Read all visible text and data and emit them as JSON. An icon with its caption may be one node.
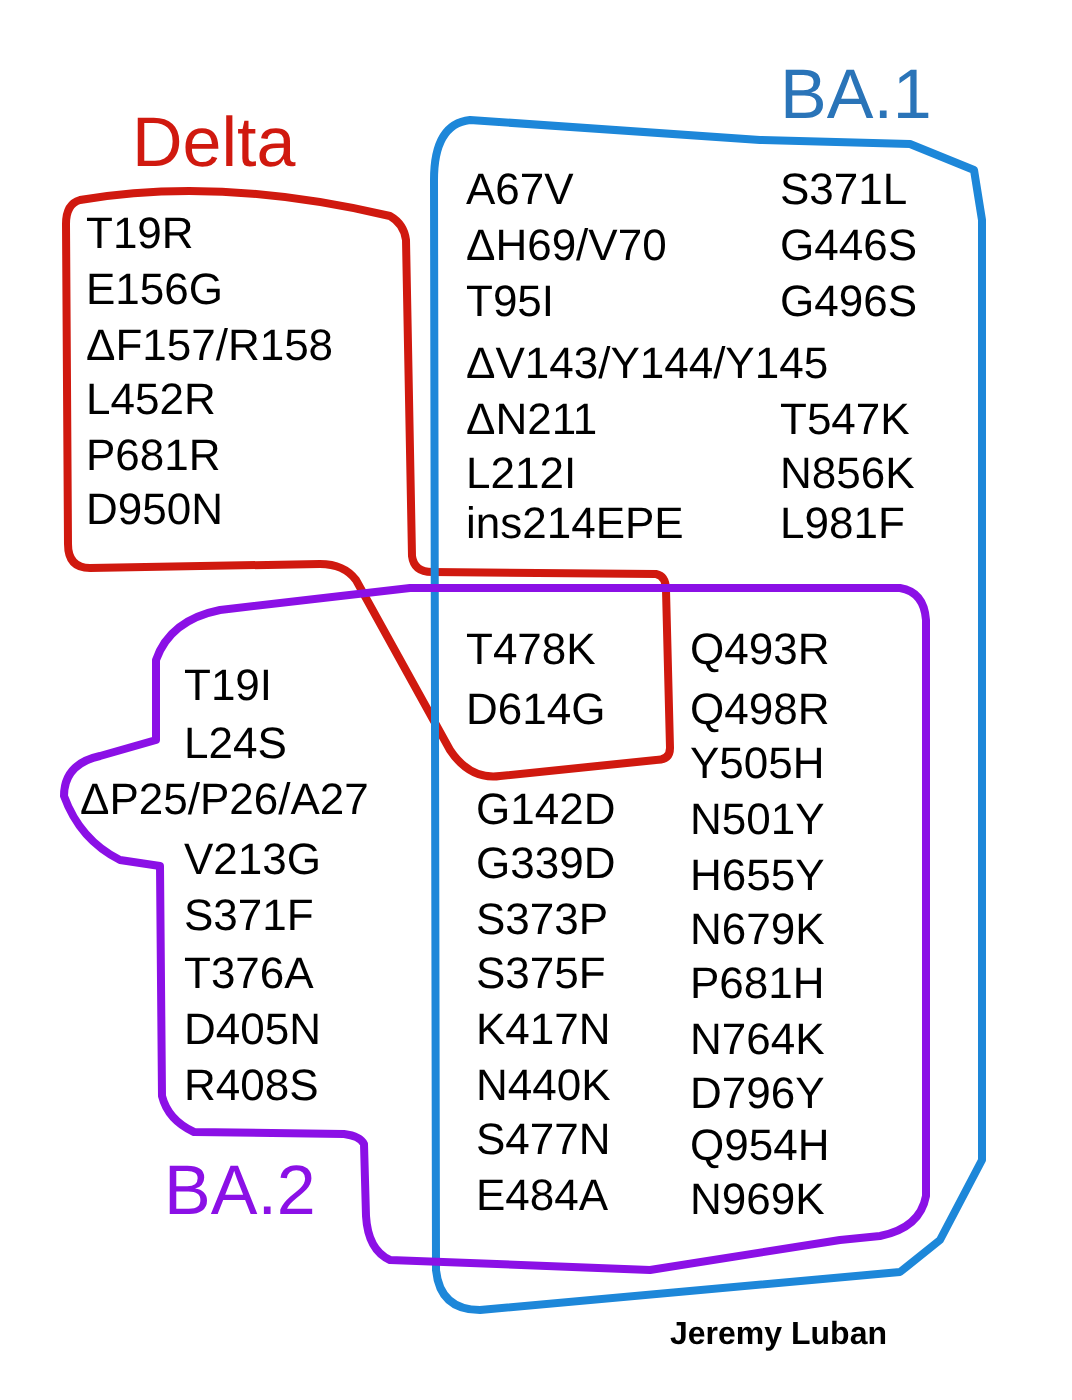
{
  "diagram": {
    "nodes": [
      {
        "text": [
          "Delta"
        ]
      },
      {
        "text": [
          "BA.1"
        ]
      },
      {
        "text": [
          "BA.2"
        ]
      }
    ],
    "labels": [
      "T19R",
      "E156G",
      "ΔF157/R158",
      "L452R",
      "P681R",
      "D950N",
      "A67V",
      "S371L",
      "ΔH69/V70",
      "G446S",
      "T95I",
      "G496S",
      "ΔV143/Y144/Y145",
      "ΔN211",
      "T547K",
      "L212I",
      "N856K",
      "ins214EPE",
      "L981F",
      "T478K",
      "D614G",
      "T19I",
      "L24S",
      "ΔP25/P26/A27",
      "V213G",
      "S371F",
      "T376A",
      "D405N",
      "R408S",
      "G142D",
      "G339D",
      "S373P",
      "S375F",
      "K417N",
      "N440K",
      "S477N",
      "E484A",
      "Q493R",
      "Q498R",
      "Y505H",
      "N501Y",
      "H655Y",
      "N679K",
      "P681H",
      "N764K",
      "D796Y",
      "Q954H",
      "N969K",
      "Jeremy Luban"
    ]
  }
}
